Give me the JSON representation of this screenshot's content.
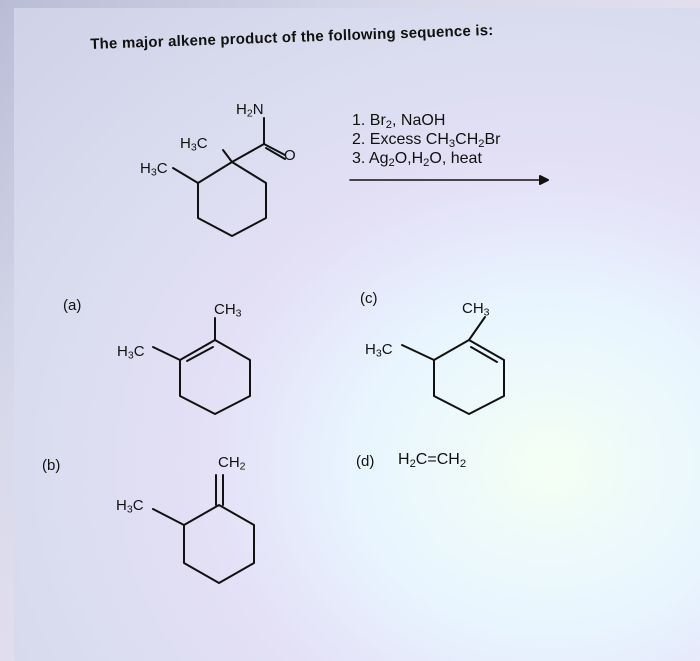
{
  "question": {
    "title": "The major alkene product of the following sequence is:"
  },
  "reactant": {
    "amine_group": "H2N",
    "methyl_upper": "H3C",
    "methyl_lower": "H3C",
    "carbonyl_o": "O"
  },
  "reagents": {
    "step1": "1. Br2, NaOH",
    "step2": "2. Excess CH3CH2Br",
    "step3": "3. Ag2O,H2O, heat"
  },
  "options": {
    "a": {
      "label": "(a)",
      "top_group": "CH3",
      "side_group": "H3C"
    },
    "b": {
      "label": "(b)",
      "top_group": "CH2",
      "side_group": "H3C"
    },
    "c": {
      "label": "(c)",
      "top_group": "CH3",
      "side_group": "H3C"
    },
    "d": {
      "label": "(d)",
      "formula": "H2C=CH2"
    }
  }
}
